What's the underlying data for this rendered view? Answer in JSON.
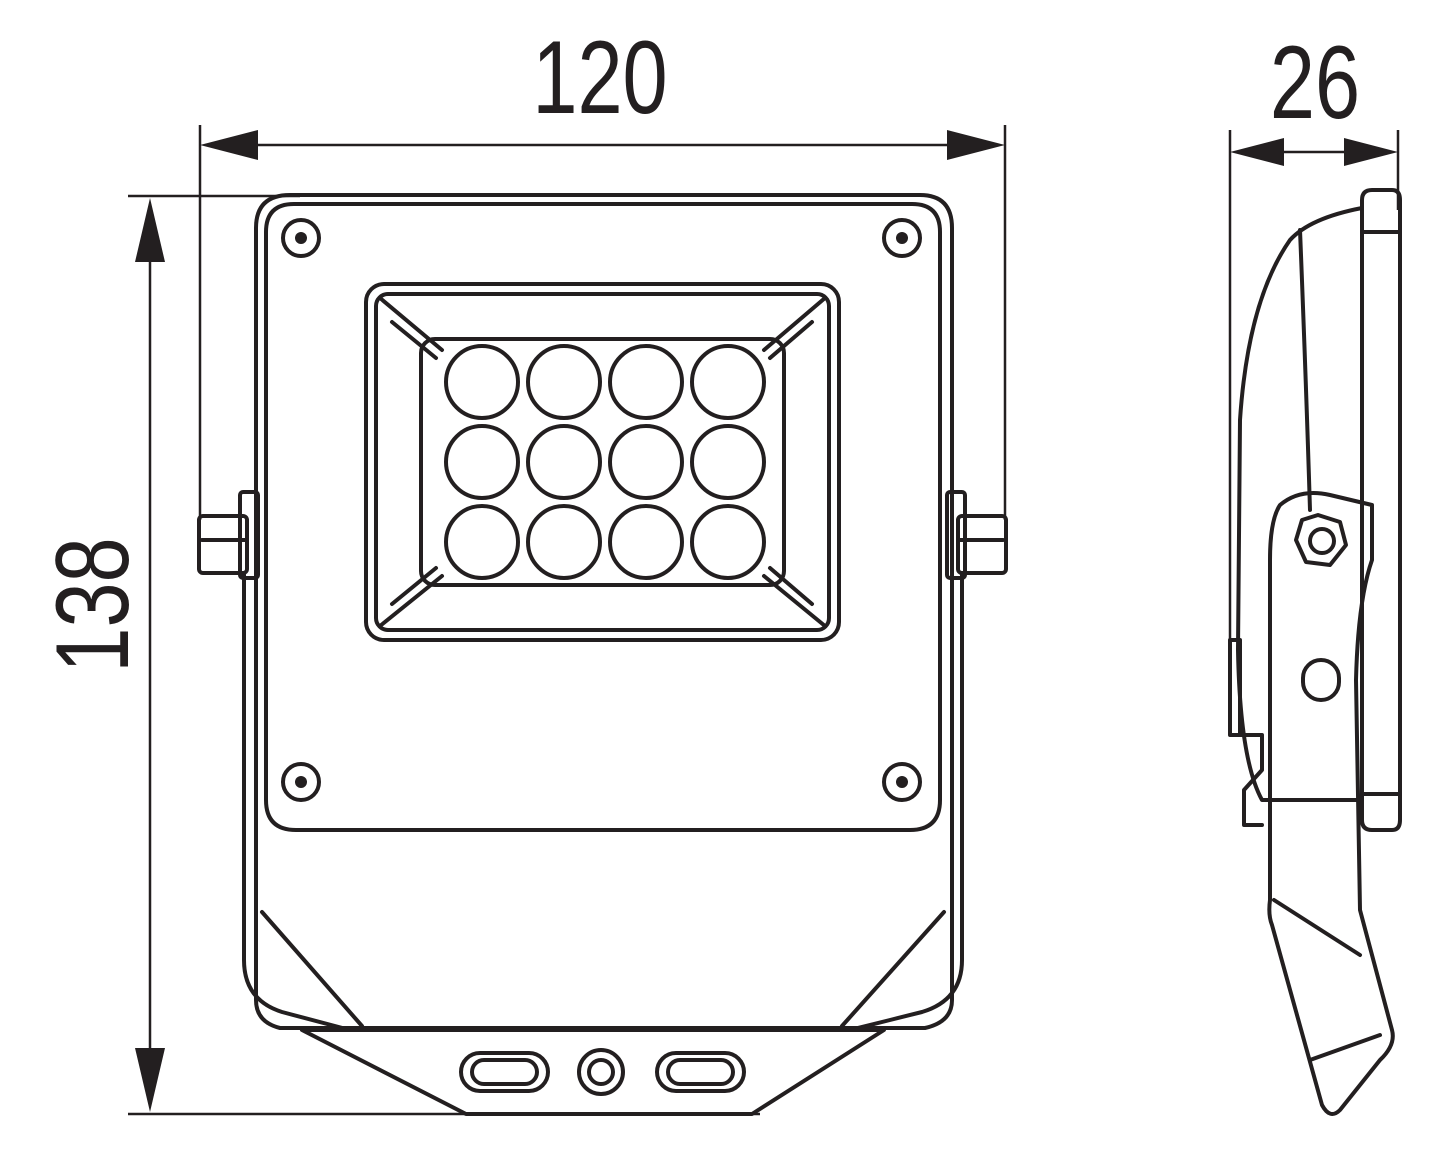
{
  "dimensions": {
    "width": "120",
    "height": "138",
    "depth": "26"
  },
  "leds": {
    "rows": 3,
    "cols": 4
  },
  "colors": {
    "line": "#231f20",
    "background": "#ffffff"
  }
}
